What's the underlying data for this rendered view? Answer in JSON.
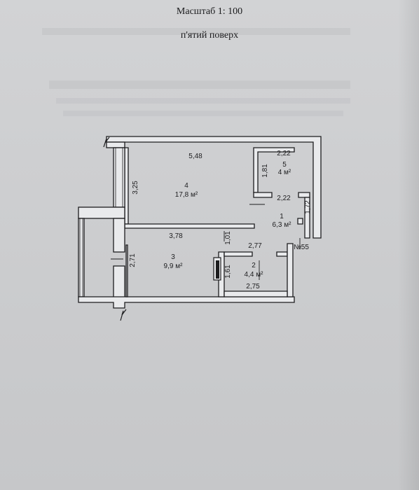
{
  "header": {
    "scale": "Масштаб 1: 100",
    "floor": "п'ятий поверх"
  },
  "plan": {
    "rooms": [
      {
        "num": "4",
        "area": "17,8 м²"
      },
      {
        "num": "5",
        "area": "4 м²"
      },
      {
        "num": "1",
        "area": "6,3 м²"
      },
      {
        "num": "3",
        "area": "9,9 м²"
      },
      {
        "num": "2",
        "area": "4,4 м²"
      }
    ],
    "dims": [
      "5,48",
      "3,25",
      "2,22",
      "1,81",
      "2,22",
      "1,72",
      "3,78",
      "1,01",
      "2,77",
      "2,71",
      "1,61",
      "2,75"
    ],
    "apartment_label": "№55"
  },
  "colors": {
    "ink": "#1d1d1f",
    "paper": "#cdced0",
    "wall_fill": "#e9eaec"
  }
}
